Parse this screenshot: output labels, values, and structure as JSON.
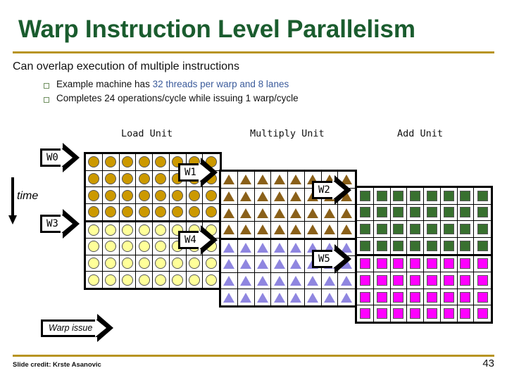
{
  "slide": {
    "title": "Warp Instruction Level Parallelism",
    "lead": "Can overlap execution of multiple instructions",
    "bullets": [
      {
        "prefix": "Example machine has ",
        "highlight": "32 threads per warp and 8 lanes",
        "suffix": ""
      },
      {
        "prefix": "Completes 24 operations/cycle while issuing 1 warp/cycle",
        "highlight": "",
        "suffix": ""
      }
    ],
    "credit": "Slide credit: Krste Asanovic",
    "page_number": "43"
  },
  "diagram": {
    "time_label": "time",
    "warp_issue_label": "Warp issue",
    "units": [
      {
        "key": "load",
        "label": "Load Unit",
        "shape": "circle",
        "rows": 8,
        "cols": 8,
        "top_color": "#cc9900",
        "bottom_color": "#ffff99"
      },
      {
        "key": "multiply",
        "label": "Multiply Unit",
        "shape": "triangle",
        "rows": 8,
        "cols": 8,
        "top_color": "#8a6019",
        "bottom_color": "#8f86e0"
      },
      {
        "key": "add",
        "label": "Add Unit",
        "shape": "square",
        "rows": 8,
        "cols": 8,
        "top_color": "#38702f",
        "bottom_color": "#ff00ff"
      }
    ],
    "warps": [
      {
        "id": "W0",
        "label": "W0"
      },
      {
        "id": "W1",
        "label": "W1"
      },
      {
        "id": "W2",
        "label": "W2"
      },
      {
        "id": "W3",
        "label": "W3"
      },
      {
        "id": "W4",
        "label": "W4"
      },
      {
        "id": "W5",
        "label": "W5"
      }
    ]
  },
  "colors": {
    "title_green": "#1a5c2e",
    "rule_gold": "#b89422",
    "highlight_blue": "#3b5b9b",
    "bullet_square": "#6f8f5f"
  }
}
